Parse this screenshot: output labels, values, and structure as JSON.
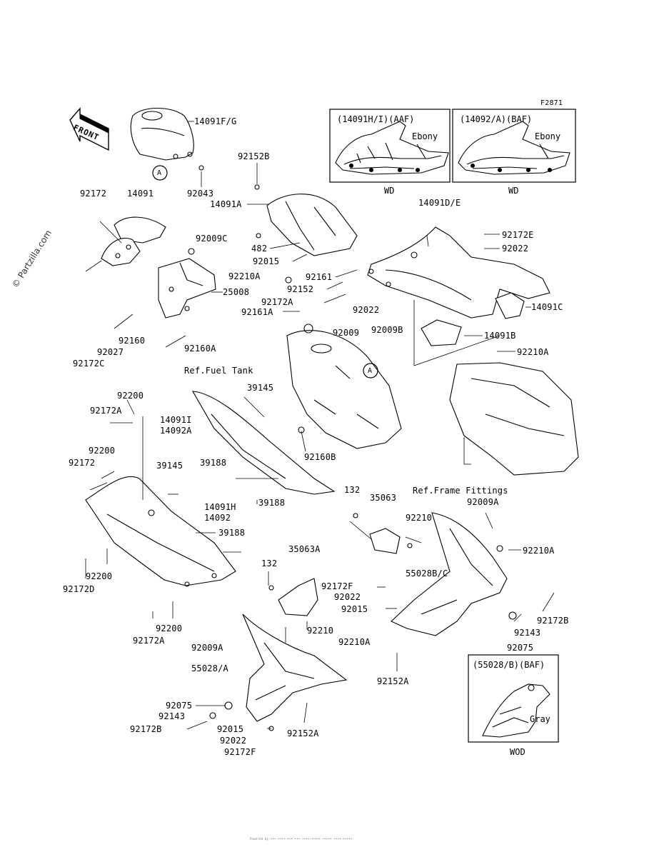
{
  "figure_code": "F2871",
  "watermark": "© Partzilla.com",
  "front_label": "FRONT",
  "circle_marker": "A",
  "insets": [
    {
      "id": "inset-aaf",
      "title": "(14091H/I)(AAF)",
      "color": "Ebony",
      "caption": "WD"
    },
    {
      "id": "inset-baf",
      "title": "(14092/A)(BAF)",
      "color": "Ebony",
      "caption": "WD"
    },
    {
      "id": "inset-wod",
      "title": "(55028/B)(BAF)",
      "color": "Gray",
      "caption": "WOD"
    }
  ],
  "parts": [
    "14091F/G",
    "92043",
    "92152B",
    "14091A",
    "14091D/E",
    "92172",
    "14091",
    "92009C",
    "482",
    "92015",
    "92172E",
    "92022",
    "92210A",
    "92161",
    "92152",
    "25008",
    "92172A",
    "92022",
    "14091C",
    "92161A",
    "92009",
    "92009B",
    "14091B",
    "92160",
    "92027",
    "92172C",
    "92160A",
    "92210A",
    "Ref.Fuel Tank",
    "39145",
    "92200",
    "92172A",
    "14091I",
    "14092A",
    "92200",
    "92172",
    "39145",
    "39188",
    "92160B",
    "Ref.Frame Fittings",
    "14091H",
    "14092",
    "39188",
    "132",
    "35063",
    "92009A",
    "92210",
    "39188",
    "92210A",
    "92200",
    "92172D",
    "35063A",
    "132",
    "55028B/C",
    "92172F",
    "92022",
    "92015",
    "92172B",
    "92143",
    "92200",
    "92172A",
    "92210",
    "92009A",
    "92210A",
    "92075",
    "55028/A",
    "92152A",
    "92075",
    "92143",
    "92152A",
    "92172B",
    "92015",
    "92022",
    "92172F"
  ],
  "footer": "Powered by ••• •••• ••• ••• •••• ••••• ••••• •••• •••••"
}
